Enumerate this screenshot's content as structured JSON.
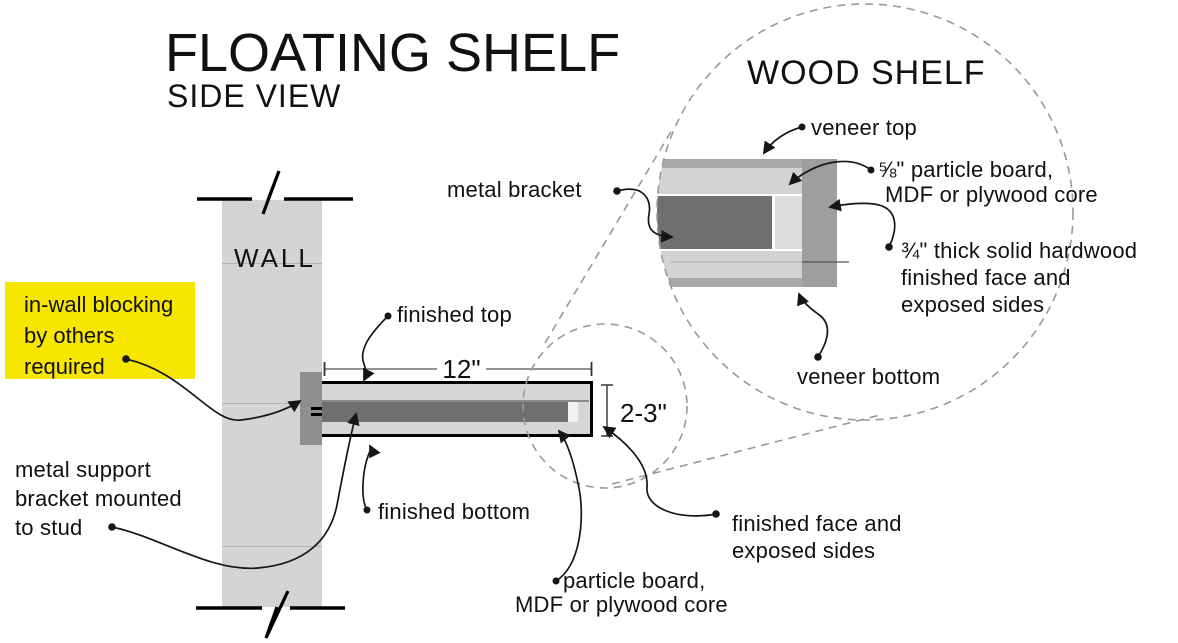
{
  "title": {
    "main": "FLOATING SHELF",
    "subtitle": "SIDE VIEW"
  },
  "wall": {
    "label": "WALL"
  },
  "dims": {
    "width": "12\"",
    "depth": "2-3\""
  },
  "callouts": {
    "metal_bracket": {
      "text": "metal bracket"
    },
    "finished_top": {
      "text": "finished top"
    },
    "in_wall": {
      "lines": [
        "in-wall blocking",
        "by others",
        "required"
      ],
      "highlight": "#F7E600"
    },
    "metal_support": {
      "lines": [
        "metal support",
        "bracket mounted",
        "to stud"
      ]
    },
    "finished_bottom": {
      "text": "finished bottom"
    },
    "particle_board": {
      "lines": [
        "particle board,",
        "MDF or plywood core"
      ]
    },
    "finished_face": {
      "lines": [
        "finished face and",
        "exposed sides"
      ]
    }
  },
  "detail": {
    "title": "WOOD SHELF",
    "veneer_top": {
      "text": "veneer top"
    },
    "particle_board": {
      "lines": [
        "⅝\" particle board,",
        "MDF or plywood core"
      ]
    },
    "hardwood": {
      "lines": [
        "¾\" thick solid hardwood",
        "finished face and",
        "exposed sides"
      ]
    },
    "veneer_bottom": {
      "text": "veneer bottom"
    }
  },
  "colors": {
    "highlight_yellow": "#F7E600",
    "wall_gray": "#d4d4d4",
    "shelf_fill": "#d6d6d6",
    "bracket_dark": "#6f6f6f",
    "plate_gray": "#8f8f8f",
    "veneer_gray": "#a9a9a9",
    "core_gray": "#d3d3d3",
    "hardwood_gray": "#9e9e9e",
    "line_black": "#161616"
  }
}
